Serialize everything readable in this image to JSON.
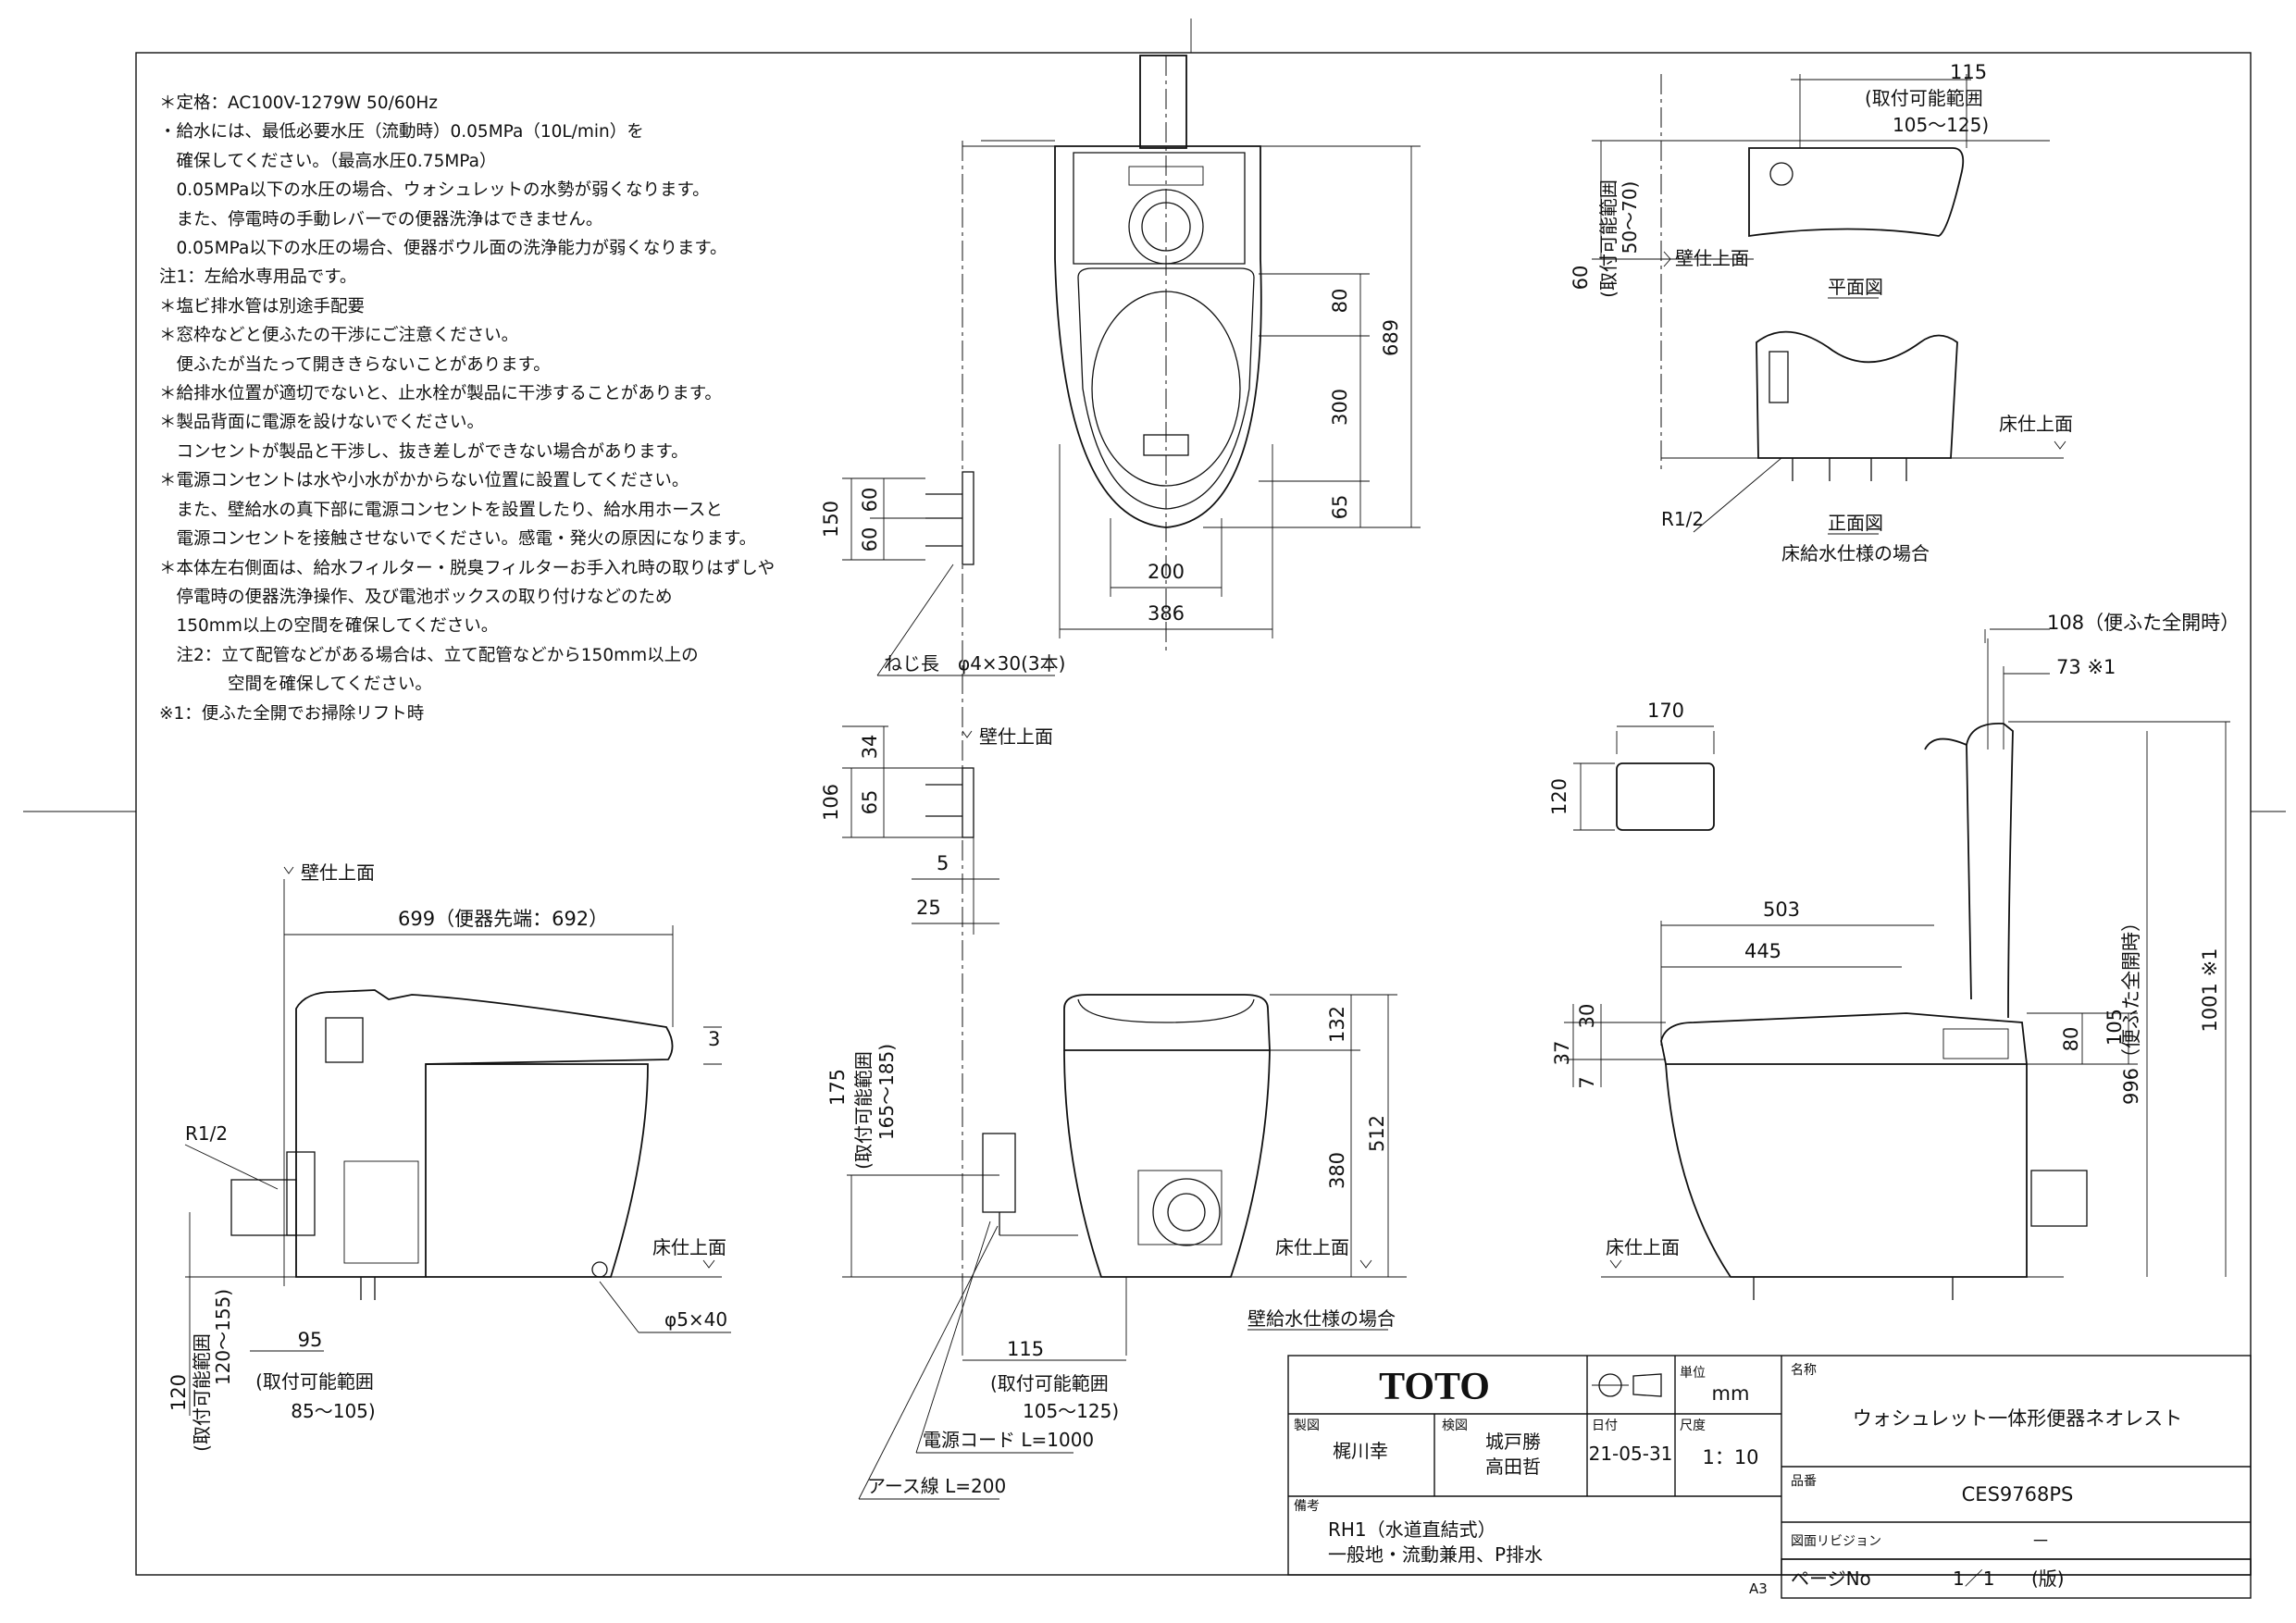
{
  "notes": [
    "＊定格：AC100V-1279W 50/60Hz",
    "・給水には、最低必要水圧（流動時）0.05MPa（10L/min）を",
    "　確保してください。（最高水圧0.75MPa）",
    "　0.05MPa以下の水圧の場合、ウォシュレットの水勢が弱くなります。",
    "　また、停電時の手動レバーでの便器洗浄はできません。",
    "　0.05MPa以下の水圧の場合、便器ボウル面の洗浄能力が弱くなります。",
    "注1：左給水専用品です。",
    "＊塩ビ排水管は別途手配要",
    "＊窓枠などと便ふたの干渉にご注意ください。",
    "　便ふたが当たって開ききらないことがあります。",
    "＊給排水位置が適切でないと、止水栓が製品に干渉することがあります。",
    "＊製品背面に電源を設けないでください。",
    "　コンセントが製品と干渉し、抜き差しができない場合があります。",
    "＊電源コンセントは水や小水がかからない位置に設置してください。",
    "　また、壁給水の真下部に電源コンセントを設置したり、給水用ホースと",
    "　電源コンセントを接触させないでください。感電・発火の原因になります。",
    "＊本体左右側面は、給水フィルター・脱臭フィルターお手入れ時の取りはずしや",
    "　停電時の便器洗浄操作、及び電池ボックスの取り付けなどのため",
    "　150mm以上の空間を確保してください。",
    "　注2：立て配管などがある場合は、立て配管などから150mm以上の",
    "　　　　空間を確保してください。",
    "※1：便ふた全開でお掃除リフト時"
  ],
  "labels": {
    "wall_face": "壁仕上面",
    "floor_face": "床仕上面",
    "plan_view": "平面図",
    "front_view": "正面図",
    "floor_supply": "床給水仕様の場合",
    "wall_supply": "壁給水仕様の場合",
    "screw": "ねじ長　φ4×30(3本)",
    "r12": "R1/2",
    "phi540": "φ5×40",
    "power_cord": "電源コード L=1000",
    "earth_wire": "アース線 L=200",
    "range_115": "(取付可能範囲",
    "range_115b": "105～125)",
    "range_60": "(取付可能範囲",
    "range_60b": "50～70)",
    "range_175": "(取付可能範囲",
    "range_175b": "165～185)",
    "range_120": "(取付可能範囲",
    "range_120b": "120～155)",
    "range_95": "(取付可能範囲",
    "range_95b": "85～105)",
    "range_115w": "(取付可能範囲",
    "range_115wb": "105～125)",
    "lid_open": "(便ふた全開時)",
    "dim_699": "699（便器先端：692）",
    "dim_108": "108（便ふた全開時）",
    "dim_73": "73 ※1",
    "dim_996": "996（便ふた全開時）",
    "dim_1001": "1001 ※1"
  },
  "dims": {
    "d115": "115",
    "d60": "60",
    "d80": "80",
    "d300": "300",
    "d65": "65",
    "d689": "689",
    "d200": "200",
    "d386": "386",
    "d150": "150",
    "d60a": "60",
    "d60b": "60",
    "d34": "34",
    "d106": "106",
    "d65b": "65",
    "d5": "5",
    "d25": "25",
    "d170": "170",
    "d120": "120",
    "d503": "503",
    "d445": "445",
    "d30": "30",
    "d37": "37",
    "d7": "7",
    "d80b": "80",
    "d105": "105",
    "d3": "3",
    "d132": "132",
    "d512": "512",
    "d380": "380",
    "d175": "175",
    "d120b": "120",
    "d95": "95",
    "d115w": "115"
  },
  "title_block": {
    "brand": "TOTO",
    "unit_label": "単位",
    "unit": "mm",
    "name_label": "名称",
    "name": "ウォシュレット一体形便器ネオレスト",
    "drawn_label": "製図",
    "drawn": "梶川幸",
    "checked_label": "検図",
    "checked1": "城戸勝",
    "checked2": "高田哲",
    "date_label": "日付",
    "date": "21-05-31",
    "scale_label": "尺度",
    "scale": "1：10",
    "product_label": "品番",
    "product": "CES9768PS",
    "remarks_label": "備考",
    "remarks1": "RH1（水道直結式）",
    "remarks2": "一般地・流動兼用、P排水",
    "revision_label": "図面リビジョン",
    "revision": "－",
    "page_label": "ページNo",
    "page": "1／1",
    "page_note": "(版)",
    "sheet_size": "A3"
  }
}
